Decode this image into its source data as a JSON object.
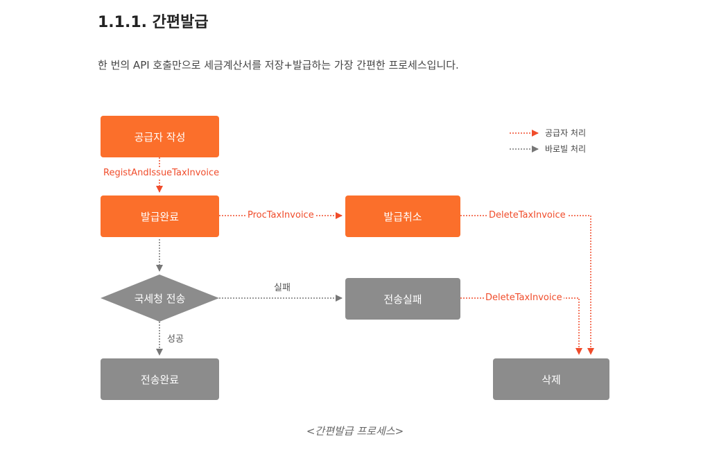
{
  "heading": "1.1.1. 간편발급",
  "description": "한 번의 API 호출만으로 세금계산서를 저장+발급하는 가장 간편한 프로세스입니다.",
  "nodes": {
    "supplier_write": "공급자 작성",
    "issue_complete": "발급완료",
    "issue_cancel": "발급취소",
    "nts_transmit": "국세청 전송",
    "transmit_fail": "전송실패",
    "transmit_complete": "전송완료",
    "delete": "삭제"
  },
  "edge_labels": {
    "regist_and_issue": "RegistAndIssueTaxInvoice",
    "proc": "ProcTaxInvoice",
    "delete_from_cancel": "DeleteTaxInvoice",
    "delete_from_fail": "DeleteTaxInvoice",
    "fail": "실패",
    "success": "성공"
  },
  "legend": {
    "supplier": "공급자 처리",
    "barobill": "바로빌 처리"
  },
  "caption": "<간편발급 프로세스>",
  "colors": {
    "supplier_node": "#fb6f2b",
    "system_node": "#8c8c8c",
    "supplier_edge": "#f04c2b",
    "system_edge": "#777777",
    "legend_bg": "#f4f5f8"
  }
}
